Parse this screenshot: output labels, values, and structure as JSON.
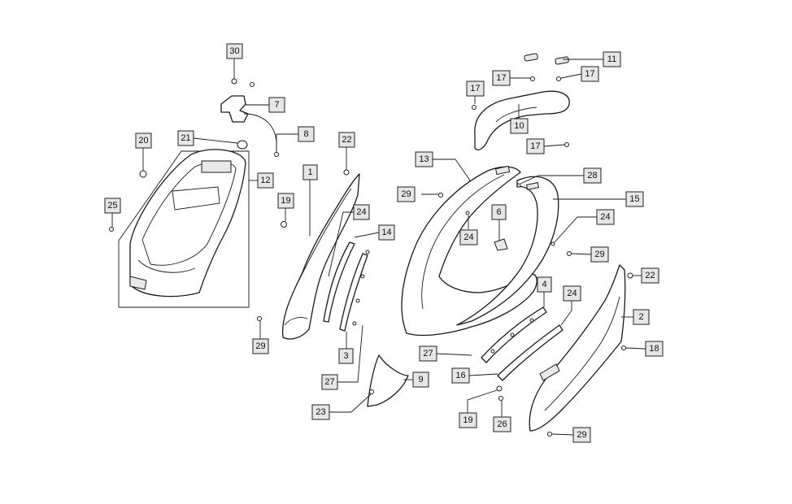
{
  "diagram": {
    "type": "exploded-parts-view",
    "callouts": [
      {
        "id": "c30",
        "label": "30"
      },
      {
        "id": "c7",
        "label": "7"
      },
      {
        "id": "c8",
        "label": "8"
      },
      {
        "id": "c21",
        "label": "21"
      },
      {
        "id": "c20",
        "label": "20"
      },
      {
        "id": "c12",
        "label": "12"
      },
      {
        "id": "c25",
        "label": "25"
      },
      {
        "id": "c22a",
        "label": "22"
      },
      {
        "id": "c1",
        "label": "1"
      },
      {
        "id": "c19a",
        "label": "19"
      },
      {
        "id": "c24a",
        "label": "24"
      },
      {
        "id": "c14",
        "label": "14"
      },
      {
        "id": "c29a",
        "label": "29"
      },
      {
        "id": "c3",
        "label": "3"
      },
      {
        "id": "c27a",
        "label": "27"
      },
      {
        "id": "c9",
        "label": "9"
      },
      {
        "id": "c23",
        "label": "23"
      },
      {
        "id": "c11",
        "label": "11"
      },
      {
        "id": "c17a",
        "label": "17"
      },
      {
        "id": "c17b",
        "label": "17"
      },
      {
        "id": "c17c",
        "label": "17"
      },
      {
        "id": "c10",
        "label": "10"
      },
      {
        "id": "c17d",
        "label": "17"
      },
      {
        "id": "c13",
        "label": "13"
      },
      {
        "id": "c28",
        "label": "28"
      },
      {
        "id": "c29b",
        "label": "29"
      },
      {
        "id": "c15",
        "label": "15"
      },
      {
        "id": "c6",
        "label": "6"
      },
      {
        "id": "c24b",
        "label": "24"
      },
      {
        "id": "c24c",
        "label": "24"
      },
      {
        "id": "c29c",
        "label": "29"
      },
      {
        "id": "c22b",
        "label": "22"
      },
      {
        "id": "c4",
        "label": "4"
      },
      {
        "id": "c24d",
        "label": "24"
      },
      {
        "id": "c2",
        "label": "2"
      },
      {
        "id": "c18",
        "label": "18"
      },
      {
        "id": "c27b",
        "label": "27"
      },
      {
        "id": "c16",
        "label": "16"
      },
      {
        "id": "c19b",
        "label": "19"
      },
      {
        "id": "c26",
        "label": "26"
      },
      {
        "id": "c29d",
        "label": "29"
      }
    ]
  }
}
